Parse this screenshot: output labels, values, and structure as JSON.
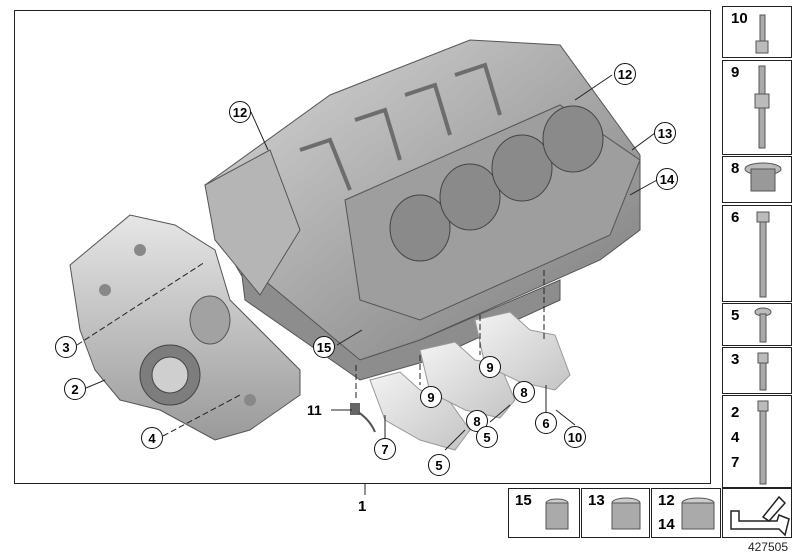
{
  "diagram": {
    "document_number": "427505",
    "main_part_label": "1",
    "callouts": {
      "c12a": "12",
      "c12b": "12",
      "c13": "13",
      "c14": "14",
      "c3": "3",
      "c2": "2",
      "c4": "4",
      "c15": "15",
      "c11": "11",
      "c7": "7",
      "c9a": "9",
      "c9b": "9",
      "c8a": "8",
      "c8b": "8",
      "c5a": "5",
      "c5b": "5",
      "c6": "6",
      "c10": "10"
    },
    "side_parts": [
      {
        "label": "10"
      },
      {
        "label": "9"
      },
      {
        "label": "8"
      },
      {
        "label": "6"
      },
      {
        "label": "5"
      },
      {
        "label": "3"
      },
      {
        "label": "2\n4\n7"
      }
    ],
    "bottom_parts": [
      {
        "label": "15"
      },
      {
        "label": "13"
      },
      {
        "label_top": "12",
        "label_bottom": "14"
      }
    ]
  }
}
